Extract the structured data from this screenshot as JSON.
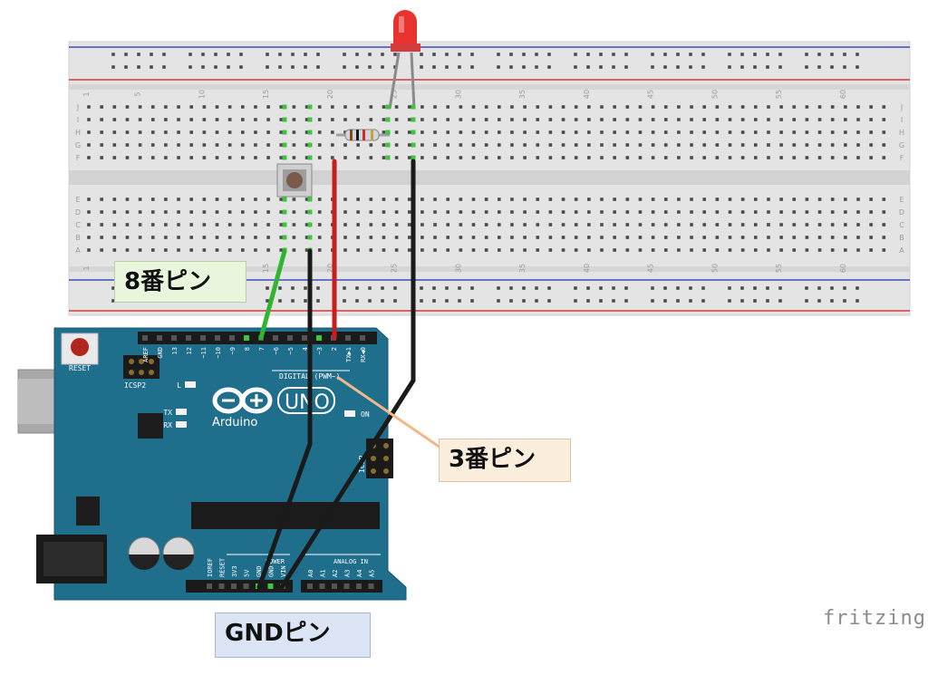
{
  "breadboard": {
    "columns": 63,
    "rows": [
      "A",
      "B",
      "C",
      "D",
      "E",
      "F",
      "G",
      "H",
      "I",
      "J"
    ],
    "column_numbers": [
      "1",
      "5",
      "10",
      "15",
      "20",
      "25",
      "30",
      "35",
      "40",
      "45",
      "50",
      "55",
      "60"
    ]
  },
  "arduino": {
    "brand": "Arduino",
    "model": "UNO",
    "reset_label": "RESET",
    "icsp2_label": "ICSP2",
    "digital_header_label": "DIGITAL (PWM~)",
    "digital_pins": [
      "AREF",
      "GND",
      "13",
      "12",
      "~11",
      "~10",
      "~9",
      "8",
      "7",
      "~6",
      "~5",
      "4",
      "~3",
      "2",
      "TX▶1",
      "RX◀0"
    ],
    "power_header_label": "POWER",
    "power_pins": [
      "IOREF",
      "RESET",
      "3V3",
      "5V",
      "GND",
      "GND",
      "VIN"
    ],
    "analog_header_label": "ANALOG IN",
    "analog_pins": [
      "A0",
      "A1",
      "A2",
      "A3",
      "A4",
      "A5"
    ],
    "led_labels": [
      "L",
      "TX",
      "RX",
      "ON"
    ],
    "icsp_label": "ICSP"
  },
  "callouts": {
    "pin8": "8番ピン",
    "pin3": "3番ピン",
    "gnd": "GNDピン"
  },
  "watermark": "fritzing",
  "colors": {
    "board": "#1e6e8c",
    "breadboard": "#e4e4e4",
    "rail_red": "#d43a3a",
    "rail_blue": "#3a4fb8",
    "wire_green": "#2fb52f",
    "wire_red": "#c81e1e",
    "wire_black": "#1a1a1a",
    "led": "#e8322e",
    "pin8_callout_bg": "#e9f6dd",
    "pin3_callout_bg": "#fbeedd",
    "gnd_callout_bg": "#dbe5f6"
  }
}
